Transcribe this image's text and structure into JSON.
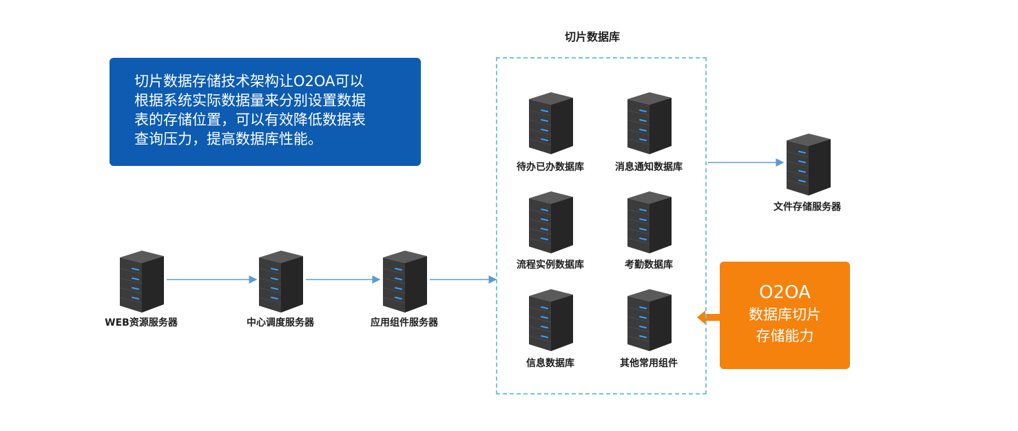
{
  "cluster": {
    "title": "切片数据库"
  },
  "description": {
    "lines": [
      "切片数据存储技术架构让O2OA可以",
      "根据系统实际数据量来分别设置数据",
      "表的存储位置，可以有效降低数据表",
      "查询压力，提高数据库性能。"
    ]
  },
  "callout": {
    "title": "O2OA",
    "line1": "数据库切片",
    "line2": "存储能力"
  },
  "servers": {
    "web": "WEB资源服务器",
    "scheduler": "中心调度服务器",
    "app": "应用组件服务器",
    "todo_db": "待办已办数据库",
    "message_db": "消息通知数据库",
    "process_db": "流程实例数据库",
    "attendance_db": "考勤数据库",
    "info_db": "信息数据库",
    "other": "其他常用组件",
    "file": "文件存储服务器"
  },
  "colors": {
    "blue_box": "#0d5cb2",
    "orange_box": "#f5820d",
    "dashed_border": "#6ec6e6",
    "connector": "#5b9bd5",
    "server_led": "#3aa0ff"
  },
  "icons": {
    "server": "server-rack-icon",
    "arrow": "arrow-icon"
  }
}
